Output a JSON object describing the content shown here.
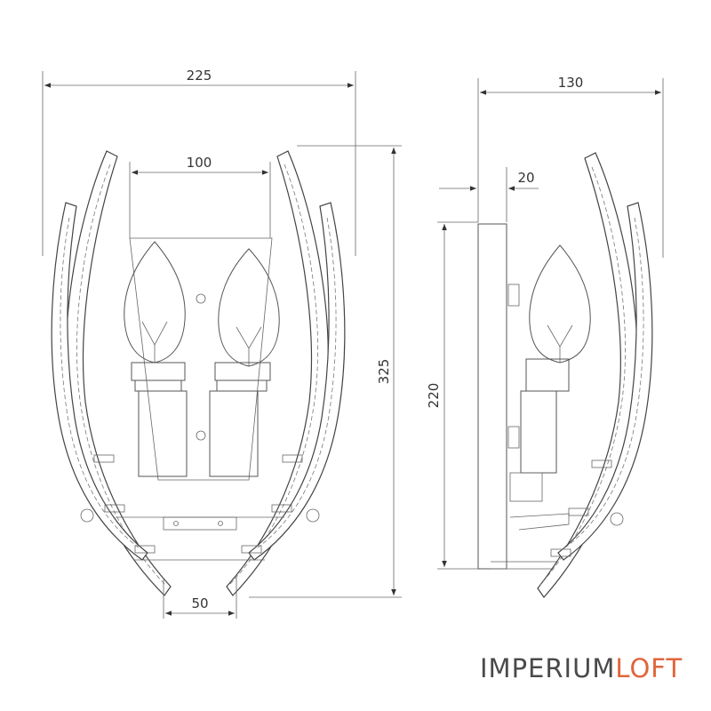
{
  "dimensions": {
    "front_width": "225",
    "front_inner_width": "100",
    "front_height": "325",
    "front_bottom_gap": "50",
    "side_depth": "130",
    "side_plate": "20",
    "side_height": "220"
  },
  "brand": {
    "part1": "IMPERIUM",
    "part2": "LOFT"
  },
  "colors": {
    "line": "#555555",
    "brand_gray": "#4a4a4a",
    "brand_accent": "#e0653a"
  }
}
